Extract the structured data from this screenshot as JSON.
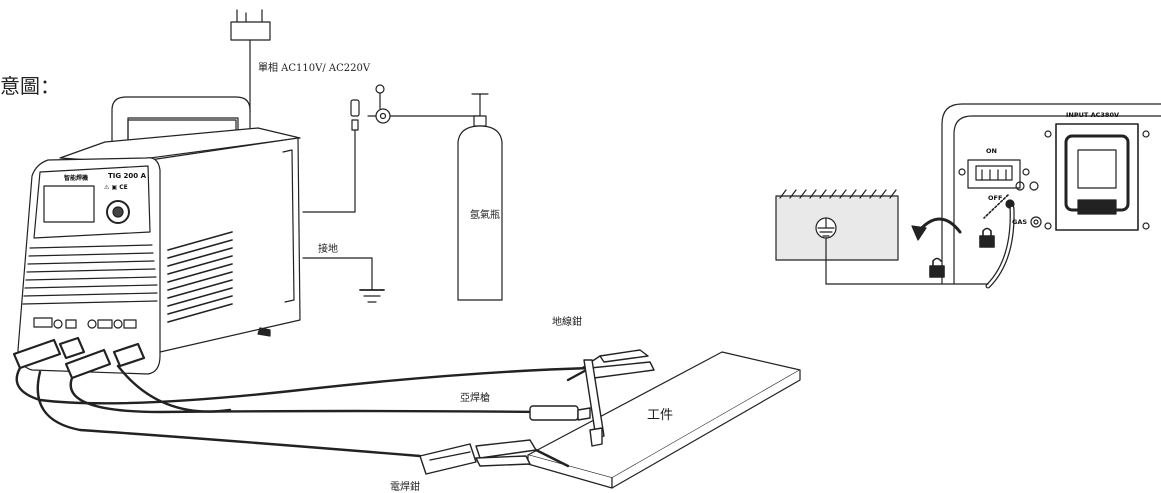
{
  "header": {
    "partial_title": "意圖："
  },
  "power": {
    "label": "單相 AC110V/ AC220V"
  },
  "ground": {
    "label": "接地"
  },
  "gas_cylinder": {
    "label": "氬氣瓶"
  },
  "welder": {
    "front_title": "智能焊機",
    "model": "TIG 200 A",
    "marks": "⚠ ▣ CE"
  },
  "clamps": {
    "ground_clamp": "地線鉗",
    "tig_torch": "亞焊槍",
    "electrode_holder": "電焊鉗"
  },
  "workpiece": {
    "label": "工件"
  },
  "rear_panel": {
    "input": "INPUT  AC380V",
    "on": "ON",
    "off": "OFF",
    "gas": "GAS"
  },
  "colors": {
    "line": "#222222",
    "fill_light": "#f2f2f2",
    "fill_grey": "#e9e9e9"
  }
}
